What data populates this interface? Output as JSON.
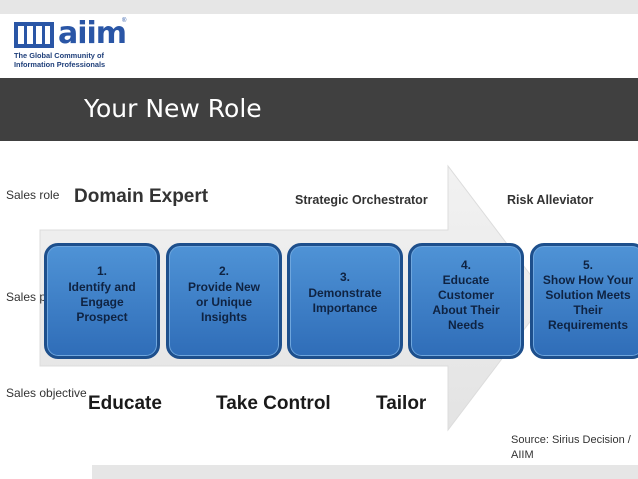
{
  "logo": {
    "word": "aiim",
    "registered": "®",
    "tagline": "The Global Community of Information Professionals"
  },
  "slide": {
    "title": "Your New Role"
  },
  "row_labels": {
    "role": "Sales role",
    "phase": "Sales phase",
    "objective": "Sales objective"
  },
  "roles": [
    "Domain Expert",
    "Strategic Orchestrator",
    "Risk Alleviator"
  ],
  "phases": [
    {
      "number": "1.",
      "text": "Identify and Engage Prospect"
    },
    {
      "number": "2.",
      "text": "Provide New or Unique Insights"
    },
    {
      "number": "3.",
      "text": "Demonstrate Importance"
    },
    {
      "number": "4.",
      "text": "Educate Customer About Their Needs"
    },
    {
      "number": "5.",
      "text": "Show How Your Solution Meets Their Requirements"
    }
  ],
  "objectives": [
    "Educate",
    "Take Control",
    "Tailor"
  ],
  "source": "Source: Sirius Decision / AIIM",
  "colors": {
    "title_bar": "#404040",
    "phase_box": "#3b7fc8",
    "phase_border": "#1d4f8c",
    "arrow": "#ececec",
    "logo_blue": "#2a56a6"
  }
}
